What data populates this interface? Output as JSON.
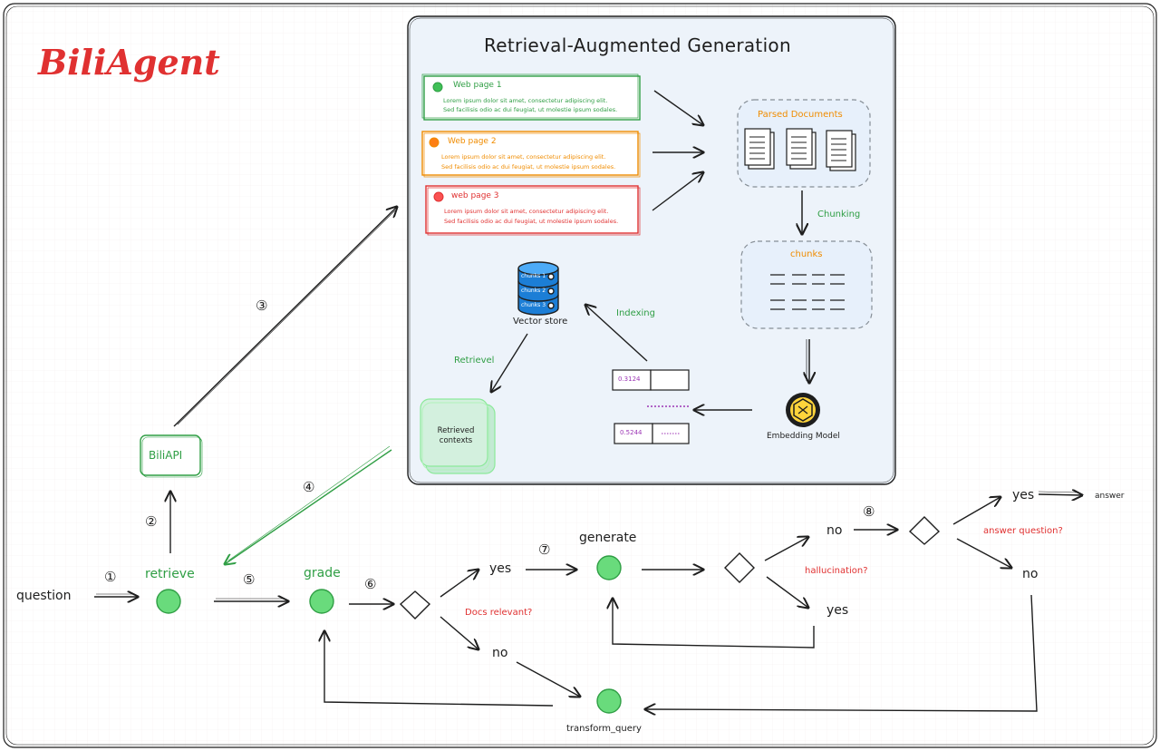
{
  "app_title": "BiliAgent",
  "rag_panel": {
    "title": "Retrieval-Augmented Generation",
    "web_pages": [
      {
        "title": "Web page 1",
        "line1": "Lorem ipsum dolor sit amet, consectetur adipiscing elit.",
        "line2": "Sed facilisis odio ac dui feugiat, ut molestie ipsum sodales.",
        "color": "#2f9e44"
      },
      {
        "title": "Web page 2",
        "line1": "Lorem ipsum dolor sit amet, consectetur adipiscing elit.",
        "line2": "Sed facilisis odio ac dui feugiat, ut molestie ipsum sodales.",
        "color": "#f08c00"
      },
      {
        "title": "web page 3",
        "line1": "Lorem ipsum dolor sit amet, consectetur adipiscing elit.",
        "line2": "Sed facilisis odio ac dui feugiat, ut molestie ipsum sodales.",
        "color": "#e03131"
      }
    ],
    "parsed_documents": "Parsed Documents",
    "chunking": "Chunking",
    "chunks": "chunks",
    "indexing": "Indexing",
    "vector_store": "Vector store",
    "db_rows": [
      "chunks 1",
      "chunks 2",
      "chunks 3"
    ],
    "retrievel": "Retrievel",
    "retrieved_contexts": "Retrieved contexts",
    "vector1": "0.3124",
    "vector2": "0.5244",
    "embedding_model": "Embedding Model"
  },
  "flow": {
    "question": "question",
    "retrieve": "retrieve",
    "bili_api": "BiliAPI",
    "grade": "grade",
    "docs_relevant": "Docs relevant?",
    "yes1": "yes",
    "no1": "no",
    "generate": "generate",
    "transform_query": "transform_query",
    "hallucination": "hallucination?",
    "no2": "no",
    "yes2": "yes",
    "answer_question": "answer question?",
    "yes3": "yes",
    "no3": "no",
    "answer": "answer"
  },
  "steps": [
    "①",
    "②",
    "③",
    "④",
    "⑤",
    "⑥",
    "⑦",
    "⑧"
  ],
  "colors": {
    "green": "#2f9e44",
    "node_fill": "#69db7c",
    "orange": "#f08c00",
    "red": "#e03131",
    "purple": "#9c36b5",
    "blue": "#1971c2",
    "panel_bg": "#edf3fa"
  }
}
